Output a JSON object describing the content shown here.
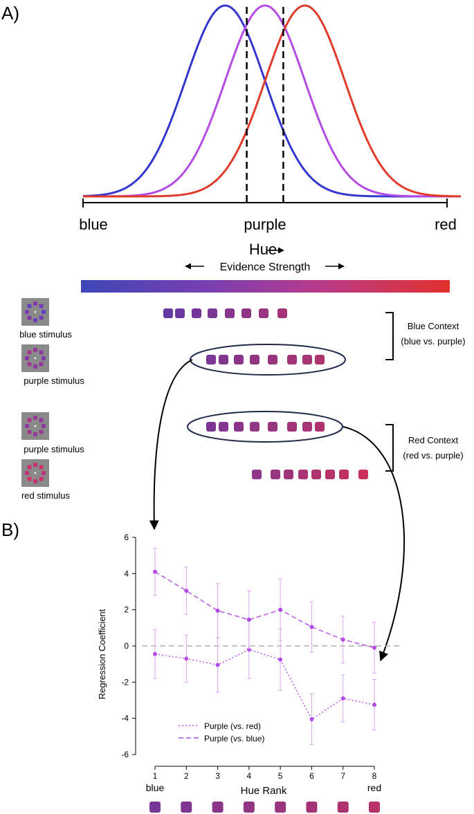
{
  "panels": {
    "a": "A)",
    "b": "B)"
  },
  "colors": {
    "blue": "#3535d0",
    "purple": "#b44ae6",
    "red": "#e03a2a",
    "gradient_start": "#3e46b8",
    "gradient_mid": "#8a3aa8",
    "gradient_end": "#e0302a",
    "swatch_blue": "#7b3fa0",
    "swatch_red": "#c8365f"
  },
  "panel_a": {
    "axis_labels": {
      "left": "blue",
      "center": "purple",
      "right": "red"
    },
    "hue_label": "Hue",
    "evidence_label": "Evidence Strength",
    "stimuli": [
      {
        "label": "blue stimulus"
      },
      {
        "label": "purple stimulus"
      },
      {
        "label": "purple stimulus"
      },
      {
        "label": "red stimulus"
      }
    ],
    "contexts": {
      "blue": [
        "Blue Context",
        "(blue vs. purple)"
      ],
      "red": [
        "Red Context",
        "(red vs. purple)"
      ]
    },
    "swatch_rows": [
      {
        "count": 8,
        "mix": [
          0.18,
          0.22,
          0.28,
          0.33,
          0.4,
          0.46,
          0.52,
          0.6
        ]
      },
      {
        "count": 8,
        "mix": [
          0.33,
          0.38,
          0.42,
          0.47,
          0.52,
          0.58,
          0.62,
          0.66
        ]
      },
      {
        "count": 8,
        "mix": [
          0.33,
          0.38,
          0.42,
          0.47,
          0.52,
          0.58,
          0.62,
          0.66
        ]
      },
      {
        "count": 8,
        "mix": [
          0.45,
          0.52,
          0.57,
          0.62,
          0.67,
          0.72,
          0.77,
          0.85
        ]
      }
    ]
  },
  "chart_data": [
    {
      "type": "line",
      "x_axis_curves": "hue",
      "series": [
        {
          "name": "",
          "color": "#3535d0",
          "mu": -0.12
        },
        {
          "name": "",
          "color": "#b44ae6",
          "mu": 0.0
        },
        {
          "name": "",
          "color": "#e03a2a",
          "mu": 0.12
        }
      ],
      "dashed_lines_at": [
        -0.055,
        0.055
      ]
    },
    {
      "type": "line",
      "xlabel": "Hue Rank",
      "ylabel": "Regression Coefficient",
      "x": [
        1,
        2,
        3,
        4,
        5,
        6,
        7,
        8
      ],
      "x_end_labels": {
        "left": "blue",
        "right": "red"
      },
      "ylim": [
        -6,
        6
      ],
      "yticks": [
        -6,
        -4,
        -2,
        0,
        2,
        4,
        6
      ],
      "zero_line": true,
      "legend_position": "bottom-left",
      "series": [
        {
          "name": "Purple (vs. red)",
          "style": "dotted",
          "values": [
            -0.45,
            -0.7,
            -1.05,
            -0.2,
            -0.75,
            -4.05,
            -2.9,
            -3.25
          ],
          "errors": [
            1.35,
            1.3,
            1.5,
            1.6,
            1.7,
            1.4,
            1.3,
            1.4
          ]
        },
        {
          "name": "Purple (vs. blue)",
          "style": "dashed",
          "values": [
            4.1,
            3.05,
            1.95,
            1.45,
            2.0,
            1.05,
            0.35,
            -0.1
          ],
          "errors": [
            1.3,
            1.3,
            1.5,
            1.6,
            1.7,
            1.4,
            1.3,
            1.4
          ]
        }
      ],
      "rank_swatch_mix": [
        0.3,
        0.36,
        0.42,
        0.48,
        0.54,
        0.6,
        0.66,
        0.72
      ]
    }
  ]
}
